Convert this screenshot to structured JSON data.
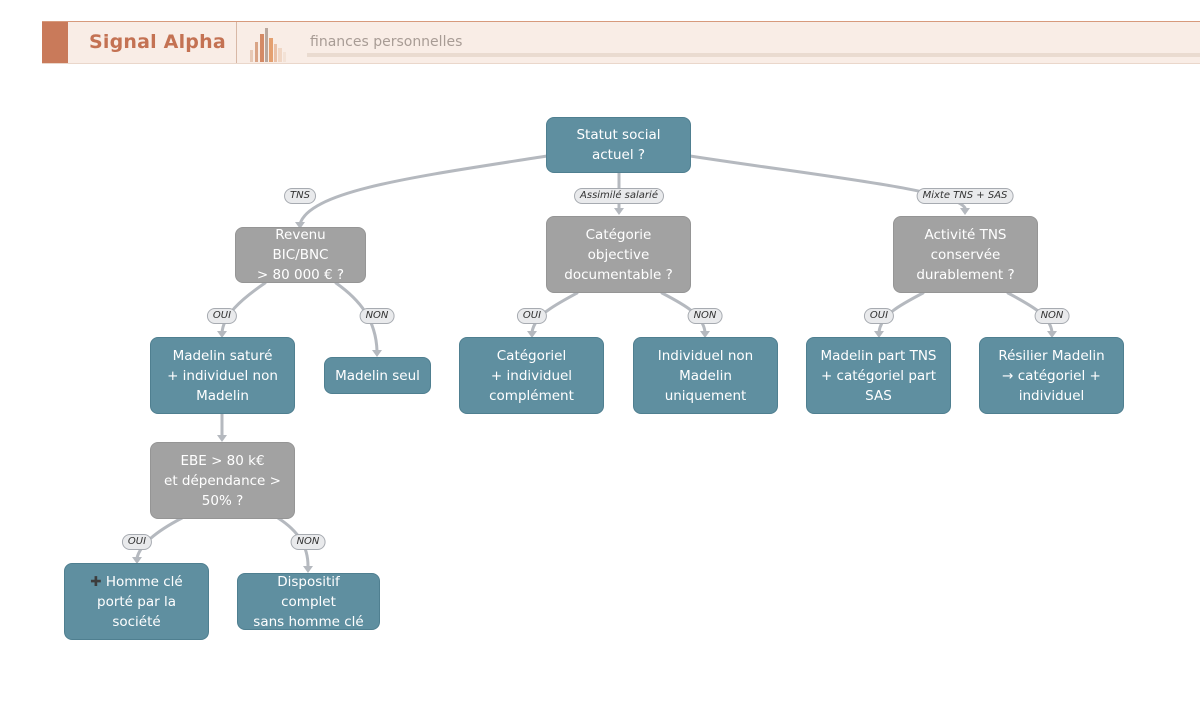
{
  "header": {
    "brand": "Signal Alpha",
    "tagline": "finances personnelles"
  },
  "diagram": {
    "nodes": {
      "root": "Statut social\nactuel ?",
      "tns_q": "Revenu BIC/BNC\n> 80 000 € ?",
      "assimile_q": "Catégorie\nobjective\ndocumentable ?",
      "mixte_q": "Activité TNS\nconservée\ndurablement ?",
      "tns_oui": "Madelin saturé\n+ individuel non\nMadelin",
      "tns_non": "Madelin seul",
      "assimile_oui": "Catégoriel\n+ individuel\ncomplément",
      "assimile_non": "Individuel non\nMadelin\nuniquement",
      "mixte_oui": "Madelin part TNS\n+ catégoriel part\nSAS",
      "mixte_non": "Résilier Madelin\n→ catégoriel +\nindividuel",
      "ebe_q": "EBE > 80 k€\net dépendance >\n50% ?",
      "ebe_oui_plus": "✚",
      "ebe_oui": " Homme clé\nporté par la\nsociété",
      "ebe_non": "Dispositif complet\nsans homme clé"
    },
    "edge_labels": {
      "tns": "TNS",
      "assimile": "Assimilé salarié",
      "mixte": "Mixte TNS + SAS",
      "tns_oui": "OUI",
      "tns_non": "NON",
      "assimile_oui": "OUI",
      "assimile_non": "NON",
      "mixte_oui": "OUI",
      "mixte_non": "NON",
      "ebe_oui": "OUI",
      "ebe_non": "NON"
    }
  },
  "colors": {
    "decision_node": "#5f8fa0",
    "question_node": "#a2a2a2",
    "edge": "#b5b9bf",
    "brand": "#c47253"
  }
}
